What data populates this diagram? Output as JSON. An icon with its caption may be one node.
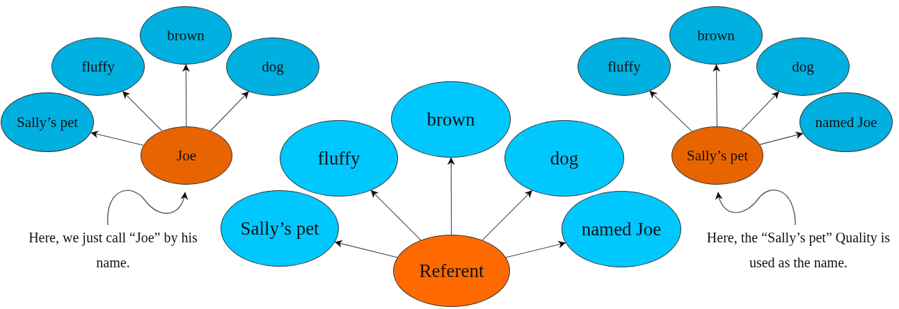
{
  "diagram": {
    "nodes": [
      {
        "text": [
          "brown"
        ]
      },
      {
        "text": [
          "fluffy"
        ]
      },
      {
        "text": [
          "dog"
        ]
      },
      {
        "text": [
          "Sally’s pet"
        ]
      },
      {
        "text": [
          "Joe"
        ]
      },
      {
        "text": [
          "brown"
        ]
      },
      {
        "text": [
          "fluffy"
        ]
      },
      {
        "text": [
          "dog"
        ]
      },
      {
        "text": [
          "Sally’s pet"
        ]
      },
      {
        "text": [
          "named Joe"
        ]
      },
      {
        "text": [
          "Referent"
        ]
      },
      {
        "text": [
          "brown"
        ]
      },
      {
        "text": [
          "fluffy"
        ]
      },
      {
        "text": [
          "dog"
        ]
      },
      {
        "text": [
          "named Joe"
        ]
      },
      {
        "text": [
          "Sally’s pet"
        ]
      },
      {
        "text": [
          "Here, we just call “Joe” by his name."
        ]
      },
      {
        "text": [
          "Here, the “Sally’s pet” Quality is used as the name."
        ]
      }
    ],
    "edges": [
      {
        "from": 4,
        "to": 3,
        "arrow": "to"
      },
      {
        "from": 4,
        "to": 1,
        "arrow": "to"
      },
      {
        "from": 4,
        "to": 0,
        "arrow": "to"
      },
      {
        "from": 4,
        "to": 2,
        "arrow": "to"
      },
      {
        "from": 10,
        "to": 8,
        "arrow": "to"
      },
      {
        "from": 10,
        "to": 6,
        "arrow": "to"
      },
      {
        "from": 10,
        "to": 5,
        "arrow": "to"
      },
      {
        "from": 10,
        "to": 7,
        "arrow": "to"
      },
      {
        "from": 10,
        "to": 9,
        "arrow": "to"
      },
      {
        "from": 15,
        "to": 12,
        "arrow": "to"
      },
      {
        "from": 15,
        "to": 11,
        "arrow": "to"
      },
      {
        "from": 15,
        "to": 13,
        "arrow": "to"
      },
      {
        "from": 15,
        "to": 14,
        "arrow": "to"
      },
      {
        "from": 16,
        "to": 4,
        "arrow": "to"
      },
      {
        "from": 17,
        "to": 15,
        "arrow": "to"
      }
    ]
  }
}
